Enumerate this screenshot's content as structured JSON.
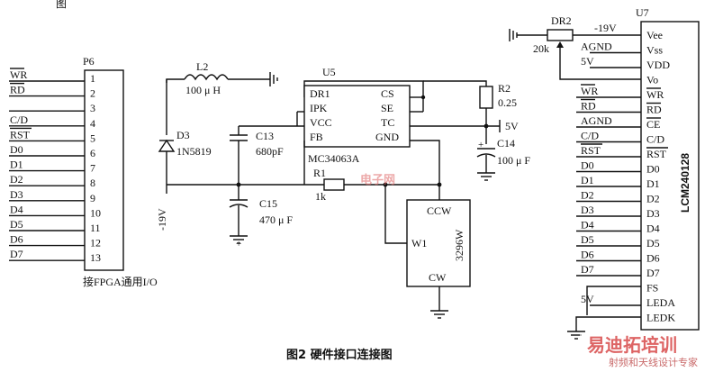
{
  "figure": {
    "caption": "图2   硬件接口连接图",
    "header_fragment": "图"
  },
  "p6": {
    "ref": "P6",
    "signals": [
      "WR",
      "RD",
      "",
      "C/D",
      "RST",
      "D0",
      "D1",
      "D2",
      "D3",
      "D4",
      "D5",
      "D6",
      "D7"
    ],
    "pins": [
      "1",
      "2",
      "3",
      "4",
      "5",
      "6",
      "7",
      "8",
      "9",
      "10",
      "11",
      "12",
      "13"
    ],
    "note": "接FPGA通用I/O"
  },
  "u5": {
    "ref": "U5",
    "part": "MC34063A",
    "pins_left": [
      "DR1",
      "IPK",
      "VCC",
      "FB"
    ],
    "pins_right": [
      "CS",
      "SE",
      "TC",
      "GND"
    ]
  },
  "u7": {
    "ref": "U7",
    "part": "LCM240128",
    "pins": [
      "Vee",
      "Vss",
      "VDD",
      "Vo",
      "WR",
      "RD",
      "CE",
      "C/D",
      "RST",
      "D0",
      "D1",
      "D2",
      "D3",
      "D4",
      "D5",
      "D6",
      "D7",
      "FS",
      "LEDA",
      "LEDK"
    ],
    "nets": [
      "-19V",
      "AGND",
      "5V",
      "",
      "WR",
      "RD",
      "AGND",
      "C/D",
      "RST",
      "D0",
      "D1",
      "D2",
      "D3",
      "D4",
      "D5",
      "D6",
      "D7",
      "",
      "5V",
      ""
    ]
  },
  "parts": {
    "l2_ref": "L2",
    "l2_val": "100 μ H",
    "d3_ref": "D3",
    "d3_val": "1N5819",
    "c13_ref": "C13",
    "c13_val": "680pF",
    "c15_ref": "C15",
    "c15_val": "470 μ F",
    "r1_ref": "R1",
    "r1_val": "1k",
    "r2_ref": "R2",
    "r2_val": "0.25",
    "c14_ref": "C14",
    "c14_val": "100 μ F",
    "dr2_ref": "DR2",
    "dr2_val": "20k",
    "pot_ccw": "CCW",
    "pot_w1": "W1",
    "pot_cw": "CW",
    "pot_part": "3296W"
  },
  "nets": {
    "out_neg": "-19V",
    "supply": "5V"
  },
  "watermark": {
    "top": "电子网",
    "brand": "易迪拓培训",
    "tagline": "射频和天线设计专家"
  }
}
